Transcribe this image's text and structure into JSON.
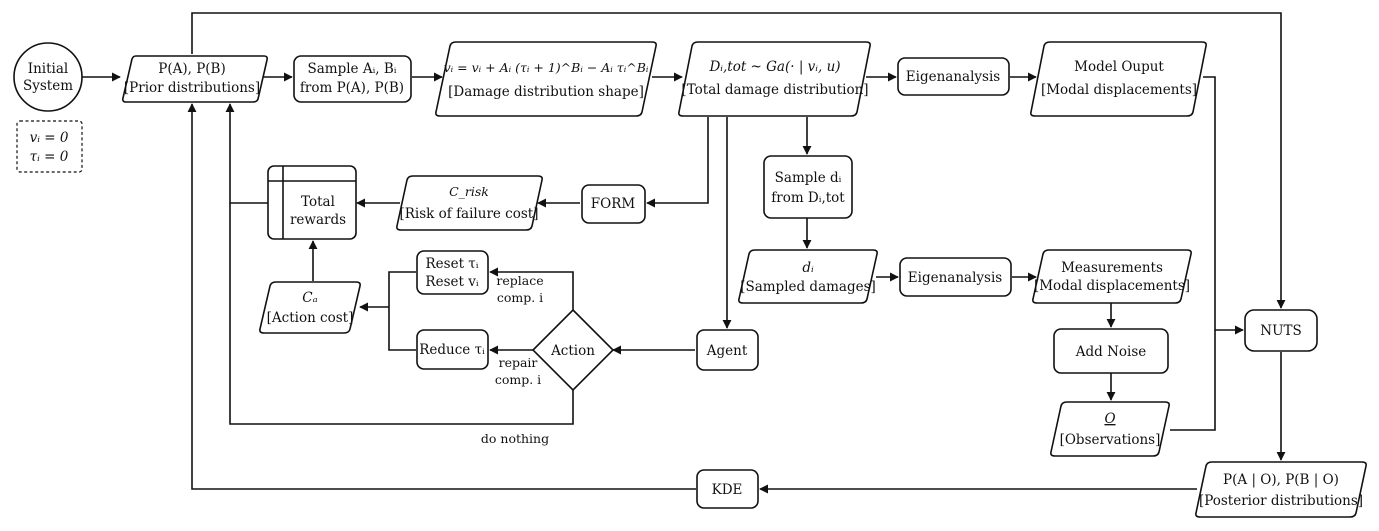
{
  "nodes": {
    "initial": {
      "line1": "Initial",
      "line2": "System"
    },
    "init_vals": {
      "line1": "vᵢ = 0",
      "line2": "τᵢ = 0"
    },
    "prior": {
      "line1": "P(A), P(B)",
      "line2": "[Prior distributions]"
    },
    "sample_ab": {
      "line1": "Sample Aᵢ, Bᵢ",
      "line2": "from P(A), P(B)"
    },
    "damage_shape": {
      "line1": "vᵢ = vᵢ + Aᵢ (τᵢ + 1)^Bᵢ − Aᵢ τᵢ^Bᵢ",
      "line2": "[Damage distribution shape]"
    },
    "total_damage": {
      "line1": "Dᵢ,tot ~ Ga(· | vᵢ, u)",
      "line2": "[Total damage distribution]"
    },
    "eigen_top": {
      "label": "Eigenanalysis"
    },
    "model_output": {
      "line1": "Model Ouput",
      "line2": "[Modal displacements]"
    },
    "sample_d": {
      "line1": "Sample dᵢ",
      "line2": "from Dᵢ,tot"
    },
    "sampled_damages": {
      "line1": "dᵢ",
      "line2": "[Sampled damages]"
    },
    "eigen_mid": {
      "label": "Eigenanalysis"
    },
    "measurements": {
      "line1": "Measurements",
      "line2": "[Modal displacements]"
    },
    "add_noise": {
      "label": "Add Noise"
    },
    "observations": {
      "line1": "O",
      "line2": "[Observations]"
    },
    "nuts": {
      "label": "NUTS"
    },
    "posterior": {
      "line1": "P(A | O), P(B | O)",
      "line2": "[Posterior distributions]"
    },
    "kde": {
      "label": "KDE"
    },
    "form": {
      "label": "FORM"
    },
    "risk": {
      "line1": "C_risk",
      "line2": "[Risk of failure cost]"
    },
    "rewards": {
      "line1": "Total",
      "line2": "rewards"
    },
    "action_cost": {
      "line1": "Cₐ",
      "line2": "[Action cost]"
    },
    "reset": {
      "line1": "Reset τᵢ",
      "line2": "Reset vᵢ"
    },
    "reduce": {
      "label": "Reduce τᵢ"
    },
    "action": {
      "label": "Action"
    },
    "agent": {
      "label": "Agent"
    }
  },
  "edge_labels": {
    "replace": {
      "line1": "replace",
      "line2": "comp. i"
    },
    "repair": {
      "line1": "repair",
      "line2": "comp. i"
    },
    "do_nothing": "do nothing"
  }
}
